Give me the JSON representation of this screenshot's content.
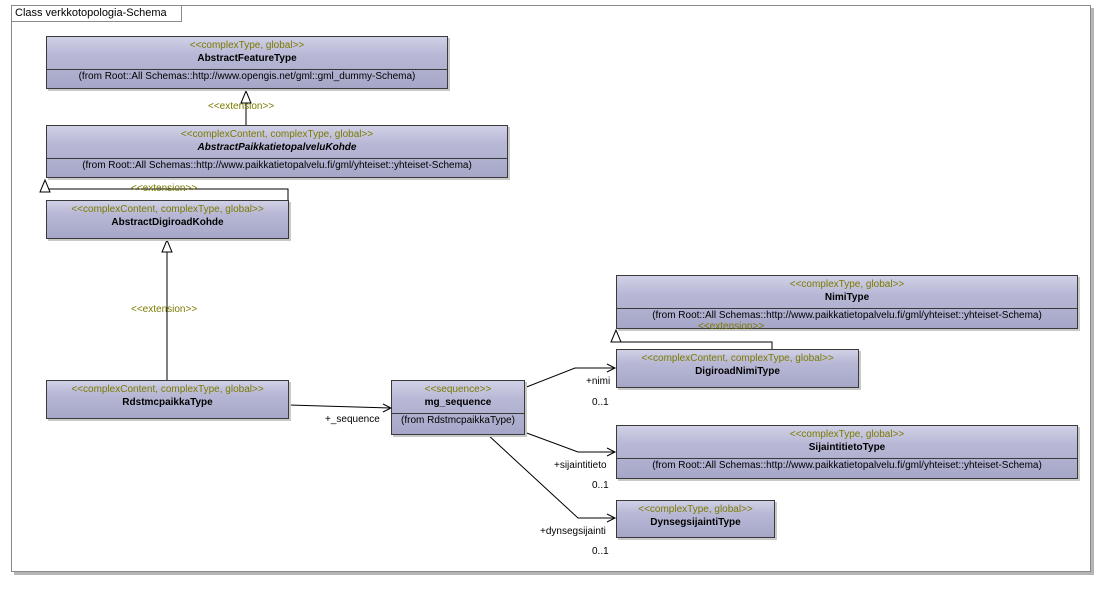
{
  "diagram": {
    "title": "Class verkkotopologia-Schema",
    "classes": [
      {
        "id": "abstract-feature-type",
        "stereotype": "<<complexType, global>>",
        "name": "AbstractFeatureType",
        "italic": false,
        "from": "(from Root::All Schemas::http://www.opengis.net/gml::gml_dummy-Schema)"
      },
      {
        "id": "abstract-paikkatietopalvelu-kohde",
        "stereotype": "<<complexContent, complexType, global>>",
        "name": "AbstractPaikkatietopalveluKohde",
        "italic": true,
        "from": "(from Root::All Schemas::http://www.paikkatietopalvelu.fi/gml/yhteiset::yhteiset-Schema)"
      },
      {
        "id": "abstract-digiroad-kohde",
        "stereotype": "<<complexContent, complexType, global>>",
        "name": "AbstractDigiroadKohde",
        "italic": false,
        "from": ""
      },
      {
        "id": "rdstmcpaikka-type",
        "stereotype": "<<complexContent, complexType, global>>",
        "name": "RdstmcpaikkaType",
        "italic": false,
        "from": ""
      },
      {
        "id": "mg-sequence",
        "stereotype": "<<sequence>>",
        "name": "mg_sequence",
        "italic": false,
        "from": "(from RdstmcpaikkaType)"
      },
      {
        "id": "nimi-type",
        "stereotype": "<<complexType, global>>",
        "name": "NimiType",
        "italic": false,
        "from": "(from Root::All Schemas::http://www.paikkatietopalvelu.fi/gml/yhteiset::yhteiset-Schema)"
      },
      {
        "id": "digiroad-nimi-type",
        "stereotype": "<<complexContent, complexType, global>>",
        "name": "DigiroadNimiType",
        "italic": false,
        "from": ""
      },
      {
        "id": "sijaintitieto-type",
        "stereotype": "<<complexType, global>>",
        "name": "SijaintitietoType",
        "italic": false,
        "from": "(from Root::All Schemas::http://www.paikkatietopalvelu.fi/gml/yhteiset::yhteiset-Schema)"
      },
      {
        "id": "dynsegsijainti-type",
        "stereotype": "<<complexType, global>>",
        "name": "DynsegsijaintiType",
        "italic": false,
        "from": ""
      }
    ],
    "edge_labels": {
      "ext1": "<<extension>>",
      "ext2": "<<extension>>",
      "ext3": "<<extension>>",
      "ext4": "<<extension>>",
      "seq_role": "+_sequence",
      "nimi_role": "+nimi",
      "nimi_mult": "0..1",
      "sij_role": "+sijaintitieto",
      "sij_mult": "0..1",
      "dyn_role": "+dynsegsijainti",
      "dyn_mult": "0..1"
    }
  }
}
